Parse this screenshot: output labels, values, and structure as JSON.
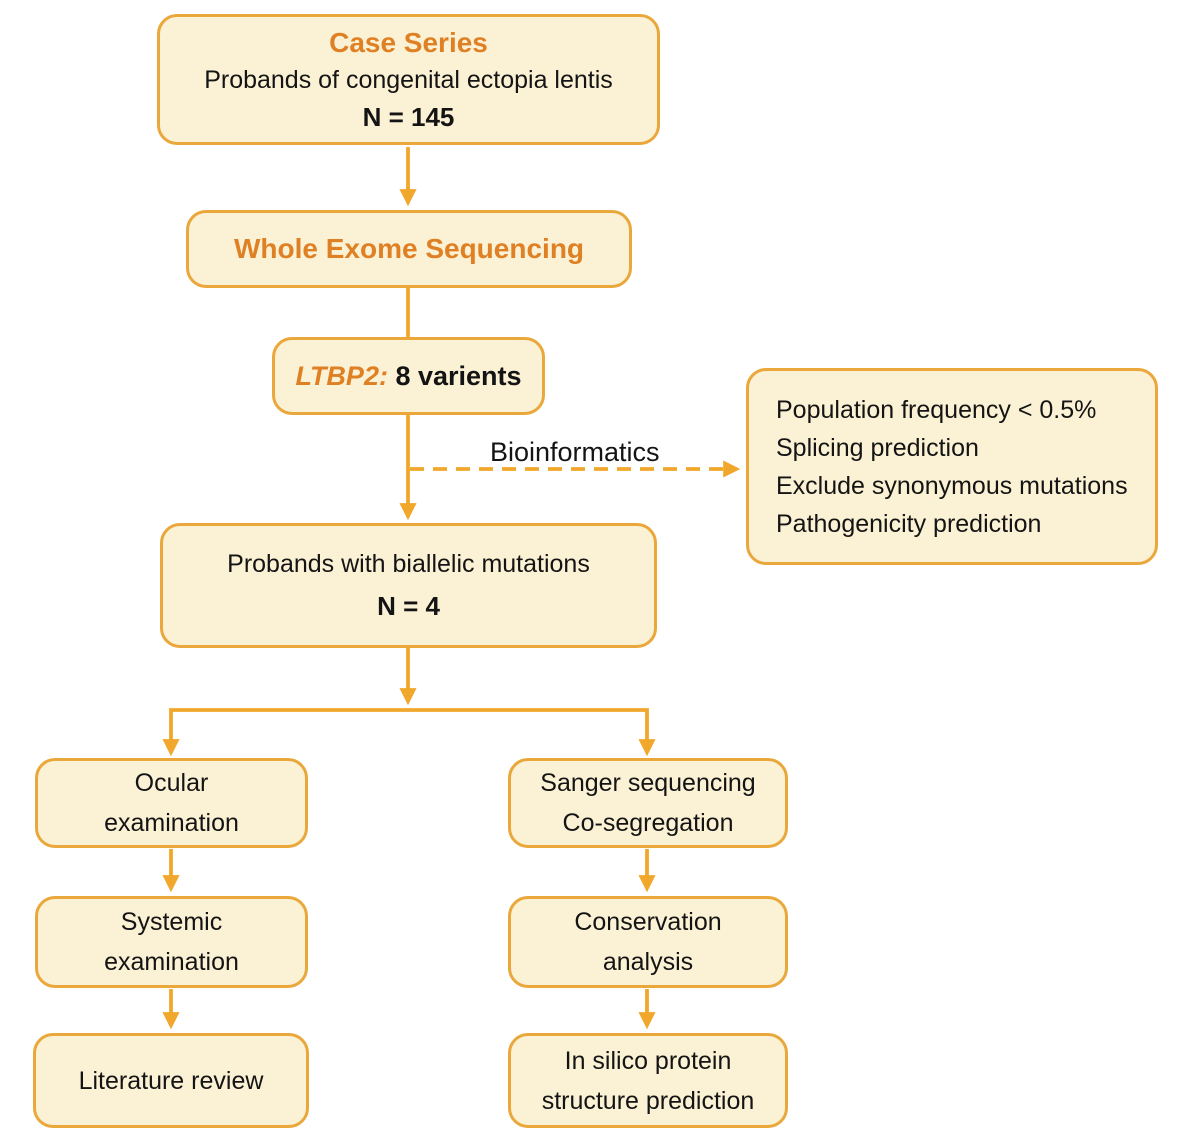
{
  "colors": {
    "background": "#FFFFFF",
    "box_fill": "#FBF1D4",
    "box_border": "#EAA83C",
    "arrow": "#F0A72B",
    "accent_text": "#DE8023",
    "text_color": "#141414"
  },
  "flowchart": {
    "case_series": {
      "title": "Case Series",
      "subtitle": "Probands of congenital ectopia lentis",
      "count": "N = 145"
    },
    "whole_exome": {
      "title": "Whole Exome Sequencing"
    },
    "ltbp2": {
      "gene": "LTBP2:",
      "variants": " 8 varients"
    },
    "bioinformatics_label": "Bioinformatics",
    "criteria": {
      "lines": [
        "Population frequency < 0.5%",
        "Splicing prediction",
        "Exclude synonymous mutations",
        "Pathogenicity prediction"
      ]
    },
    "biallelic": {
      "title": "Probands with biallelic mutations",
      "count": "N = 4"
    },
    "left_branch": [
      {
        "line1": "Ocular",
        "line2": "examination"
      },
      {
        "line1": "Systemic",
        "line2": "examination"
      },
      {
        "line1": "Literature review",
        "line2": ""
      }
    ],
    "right_branch": [
      {
        "line1": "Sanger sequencing",
        "line2": "Co-segregation"
      },
      {
        "line1": "Conservation",
        "line2": "analysis"
      },
      {
        "line1": "In silico protein",
        "line2": "structure prediction"
      }
    ]
  }
}
